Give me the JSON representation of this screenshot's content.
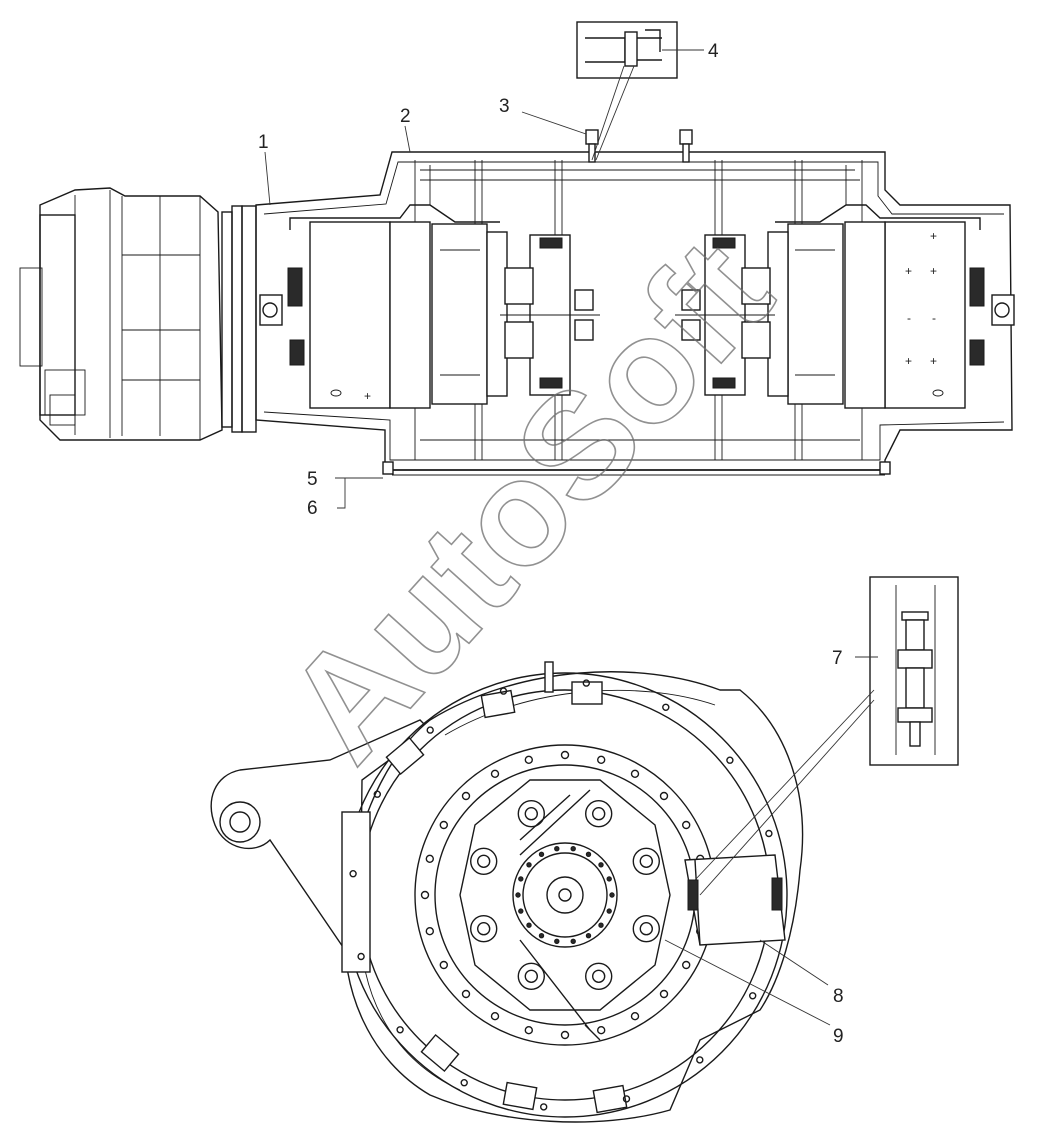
{
  "callouts": [
    {
      "id": "1",
      "label": "1"
    },
    {
      "id": "2",
      "label": "2"
    },
    {
      "id": "3",
      "label": "3"
    },
    {
      "id": "4",
      "label": "4"
    },
    {
      "id": "5",
      "label": "5"
    },
    {
      "id": "6",
      "label": "6"
    },
    {
      "id": "7",
      "label": "7"
    },
    {
      "id": "8",
      "label": "8"
    },
    {
      "id": "9",
      "label": "9"
    }
  ],
  "watermark": {
    "text": "AutoSoft"
  },
  "colors": {
    "ink": "#1a1a1a",
    "watermark": "#6d6d6d",
    "background": "#ffffff"
  }
}
